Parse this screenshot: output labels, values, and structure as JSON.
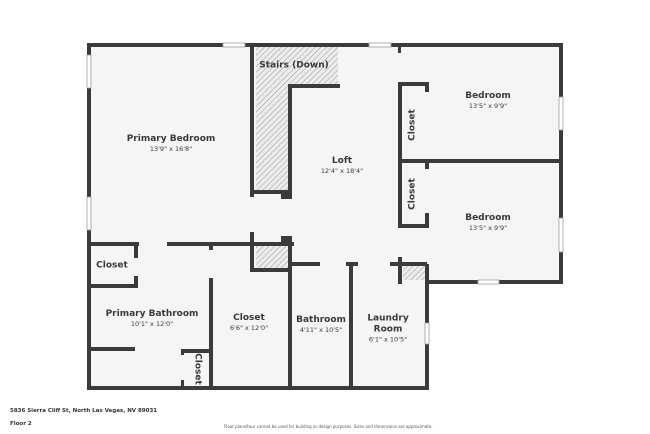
{
  "plan": {
    "rooms": [
      {
        "id": "primary-bedroom",
        "name": "Primary Bedroom",
        "dims": "13'9\" x 16'8\""
      },
      {
        "id": "stairs",
        "name": "Stairs (Down)",
        "dims": ""
      },
      {
        "id": "loft",
        "name": "Loft",
        "dims": "12'4\" x 18'4\""
      },
      {
        "id": "bedroom-1",
        "name": "Bedroom",
        "dims": "13'5\" x 9'9\""
      },
      {
        "id": "bedroom-2",
        "name": "Bedroom",
        "dims": "13'5\" x 9'9\""
      },
      {
        "id": "closet-bed1",
        "name": "Closet",
        "dims": ""
      },
      {
        "id": "closet-bed2",
        "name": "Closet",
        "dims": ""
      },
      {
        "id": "closet-primary",
        "name": "Closet",
        "dims": ""
      },
      {
        "id": "primary-bathroom",
        "name": "Primary Bathroom",
        "dims": "10'1\" x 12'0\""
      },
      {
        "id": "closet-small",
        "name": "Closet",
        "dims": ""
      },
      {
        "id": "walk-in-closet",
        "name": "Closet",
        "dims": "6'6\" x 12'0\""
      },
      {
        "id": "bathroom",
        "name": "Bathroom",
        "dims": "4'11\" x 10'5\""
      },
      {
        "id": "laundry-room",
        "name": "Laundry Room",
        "name_line1": "Laundry",
        "name_line2": "Room",
        "dims": "6'1\" x 10'5\""
      }
    ],
    "colors": {
      "wall": "#3b3b3b",
      "floor": "#f5f5f5",
      "window": "#d9d9d9",
      "hatch": "#9a9a9a"
    }
  },
  "footer": {
    "address": "5836 Sierra Cliff St, North Las Vegas, NV 89031",
    "floor": "Floor 2",
    "disclaimer": "Floor plans/tour cannot be used for building or design purposes. Sizes and dimensions are approximate."
  }
}
